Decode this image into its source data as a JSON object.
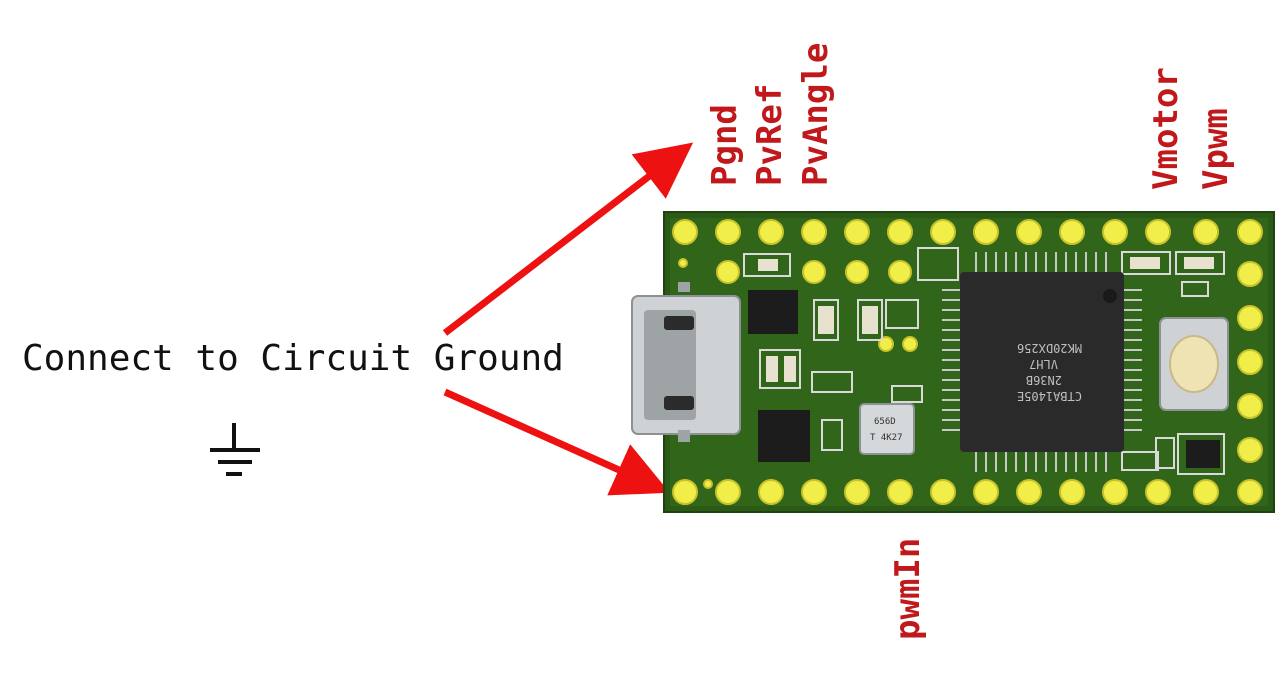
{
  "caption": "Connect to Circuit Ground",
  "colors": {
    "label": "#c0181b",
    "arrow": "#ee1111",
    "board": "#2b5a16",
    "pad": "#f2ee49"
  },
  "pin_labels": {
    "pgnd": "Pgnd",
    "pvref": "PvRef",
    "pvangle": "PvAngle",
    "vmotor": "Vmotor",
    "vpwm": "Vpwm",
    "pwmin": "pwmIn"
  },
  "chip": {
    "line1": "MK20DX256",
    "line2": "VLH7",
    "line3": "2N36B",
    "line4": "CTBA1405E"
  },
  "crystal": {
    "line1": "656D",
    "line2": "T 4K27"
  },
  "icons": [
    "ground-symbol-icon"
  ]
}
